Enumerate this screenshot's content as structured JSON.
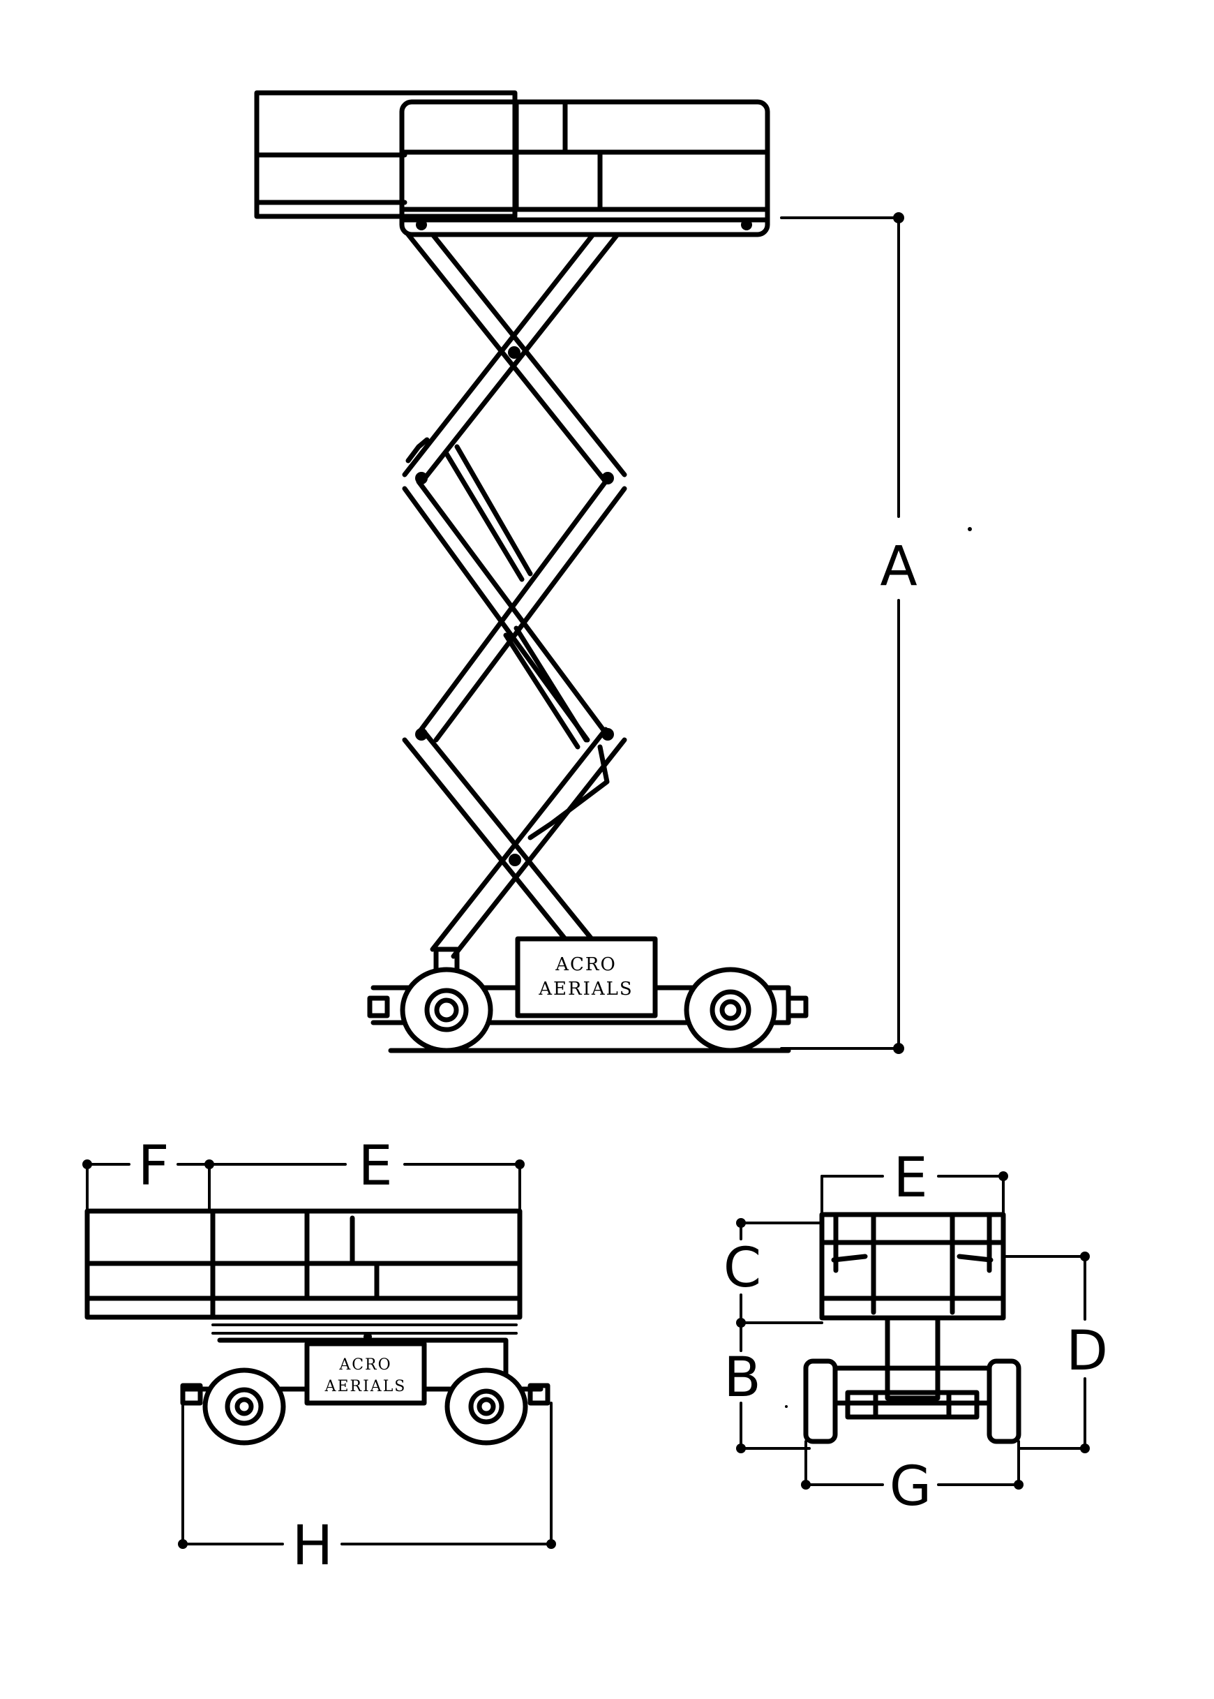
{
  "dimension_labels": {
    "a": "A",
    "b": "B",
    "c": "C",
    "d": "D",
    "e_side": "E",
    "e_end": "E",
    "f": "F",
    "g": "G",
    "h": "H"
  },
  "brand_text": {
    "extended_line1": "ACRO",
    "extended_line2": "AERIALS",
    "stowed_line1": "ACRO",
    "stowed_line2": "AERIALS"
  }
}
